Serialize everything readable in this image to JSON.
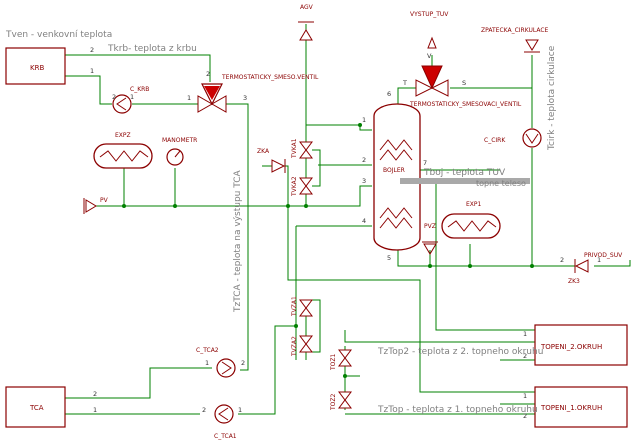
{
  "annotations": {
    "tven": "Tven - venkovní teplota",
    "tkrb": "Tkrb- teplota z krbu",
    "tboj": "Tboj - teplota TUV",
    "topne_teleso": "topne teleso",
    "tcirk": "Tcirk - teplota cirkulace",
    "tztca": "TzTCA - teplota na výstupu TCA",
    "tztop2": "TzTop2 - teplota z 2. topneho okruhu",
    "tztop": "TzTop - teplota z 1. topneho okruhu"
  },
  "blocks": {
    "krb": "KRB",
    "tca": "TCA",
    "bojler": "BOJLER",
    "topeni2": "TOPENI_2.OKRUH",
    "topeni1": "TOPENI_1.OKRUH"
  },
  "components": {
    "agv": "AGV",
    "vystup_tuv": "VYSTUP_TUV",
    "zpatecka": "ZPATECKA_CIRKULACE",
    "c_krb": "C_KRB",
    "ventil1": "TERMOSTATICKY_SMESO.VENTIL",
    "ventil2": "TERMOSTATICKY_SMESOVACI_VENTIL",
    "expz": "EXPZ",
    "manometr": "MANOMETR",
    "zka": "ZKA",
    "tvka1": "TVKA1",
    "tvka2": "TVKA2",
    "c_cirk": "C_CIRK",
    "pv": "PV",
    "pvz": "PVZ",
    "exp1": "EXP1",
    "privod": "PRIVOD_SUV",
    "zk3": "ZK3",
    "c_tca2": "C_TCA2",
    "c_tca1": "C_TCA1",
    "tvza1": "TVZA1",
    "tvza2": "TVZA2",
    "toz1": "TOZ1",
    "toz2": "TOZ2"
  },
  "pins": {
    "p1": "1",
    "p2": "2",
    "p3": "3",
    "p4": "4",
    "p5": "5",
    "p6": "6",
    "p7": "7",
    "t": "T",
    "s": "S",
    "v": "V"
  }
}
